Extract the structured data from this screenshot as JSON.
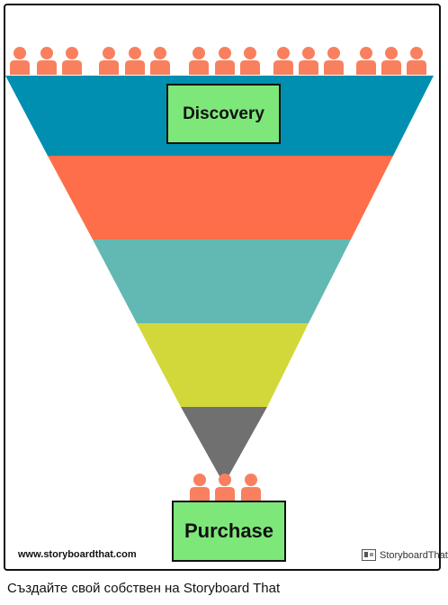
{
  "stages": [
    {
      "label": "Discovery",
      "color": "#008fb0"
    },
    {
      "label": "",
      "color": "#ff6e4a"
    },
    {
      "label": "",
      "color": "#62b8b2"
    },
    {
      "label": "",
      "color": "#d2d83a"
    },
    {
      "label": "Purchase",
      "color": "#707070"
    }
  ],
  "label_box_color": "#7ee77a",
  "people": {
    "top_count": 16,
    "bottom_count": 3,
    "color": "#f9805f",
    "icon": "person-icon"
  },
  "footer": {
    "site_url": "www.storyboardthat.com",
    "brand": "StoryboardThat"
  },
  "caption": "Създайте свой собствен на Storyboard That"
}
